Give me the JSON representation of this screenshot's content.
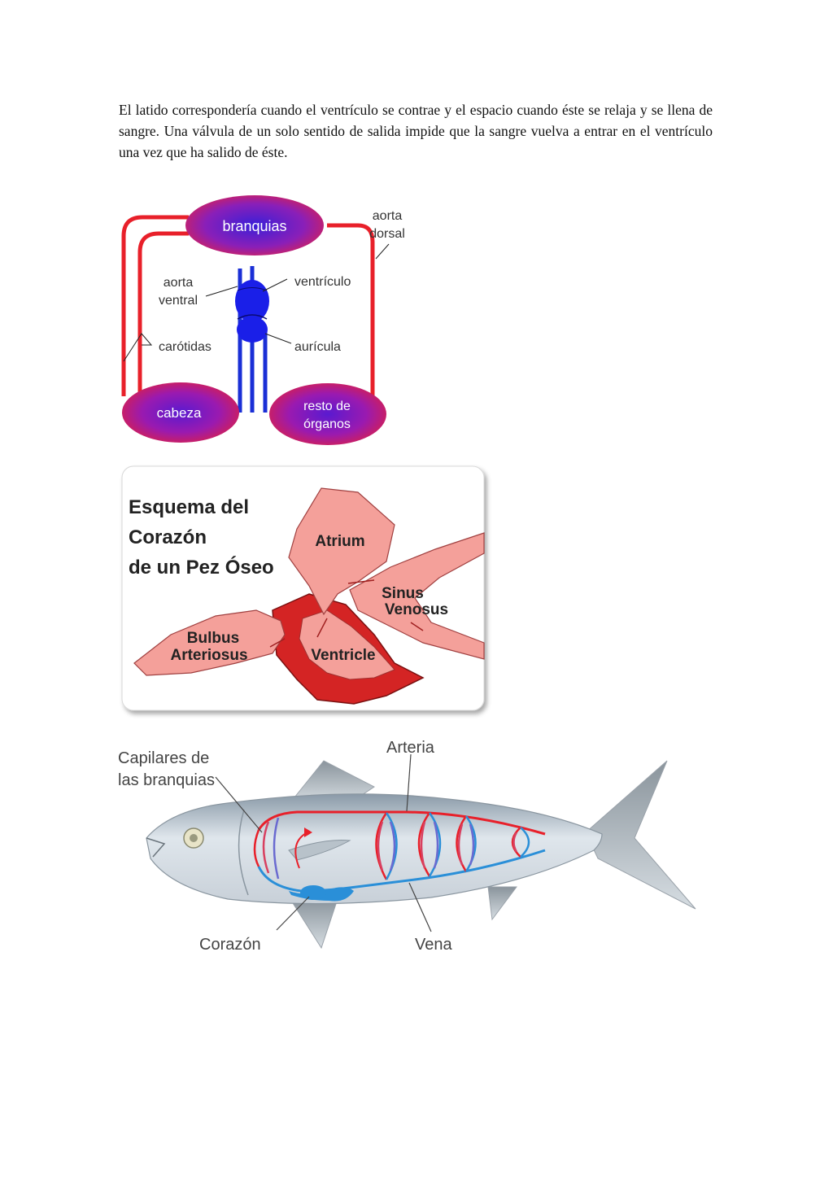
{
  "paragraph": "El latido correspondería cuando el ventrículo se contrae y el espacio cuando éste se relaja y se llena de sangre. Una válvula de un solo sentido de salida impide que la sangre vuelva a entrar en el ventrículo una vez que ha salido de éste.",
  "figure1": {
    "branquias": "branquias",
    "aorta_dorsal_1": "aorta",
    "aorta_dorsal_2": "dorsal",
    "aorta_ventral_1": "aorta",
    "aorta_ventral_2": "ventral",
    "ventriculo": "ventrículo",
    "carotidas": "carótidas",
    "auricula": "aurícula",
    "cabeza": "cabeza",
    "resto_1": "resto de",
    "resto_2": "órganos"
  },
  "figure2": {
    "title_1": "Esquema del",
    "title_2": "Corazón",
    "title_3": "de un Pez Óseo",
    "atrium": "Atrium",
    "sinus_1": "Sinus",
    "sinus_2": "Venosus",
    "bulbus_1": "Bulbus",
    "bulbus_2": "Arteriosus",
    "ventricle": "Ventricle"
  },
  "figure3": {
    "capilares_1": "Capilares de",
    "capilares_2": "las branquias",
    "arteria": "Arteria",
    "corazon": "Corazón",
    "vena": "Vena"
  },
  "colors": {
    "artery_red": "#e8202a",
    "vein_blue": "#1a2fd6",
    "heart_pink": "#f4a09a",
    "heart_dark_red": "#d42424",
    "fish_vein_blue": "#2a8fd8"
  }
}
